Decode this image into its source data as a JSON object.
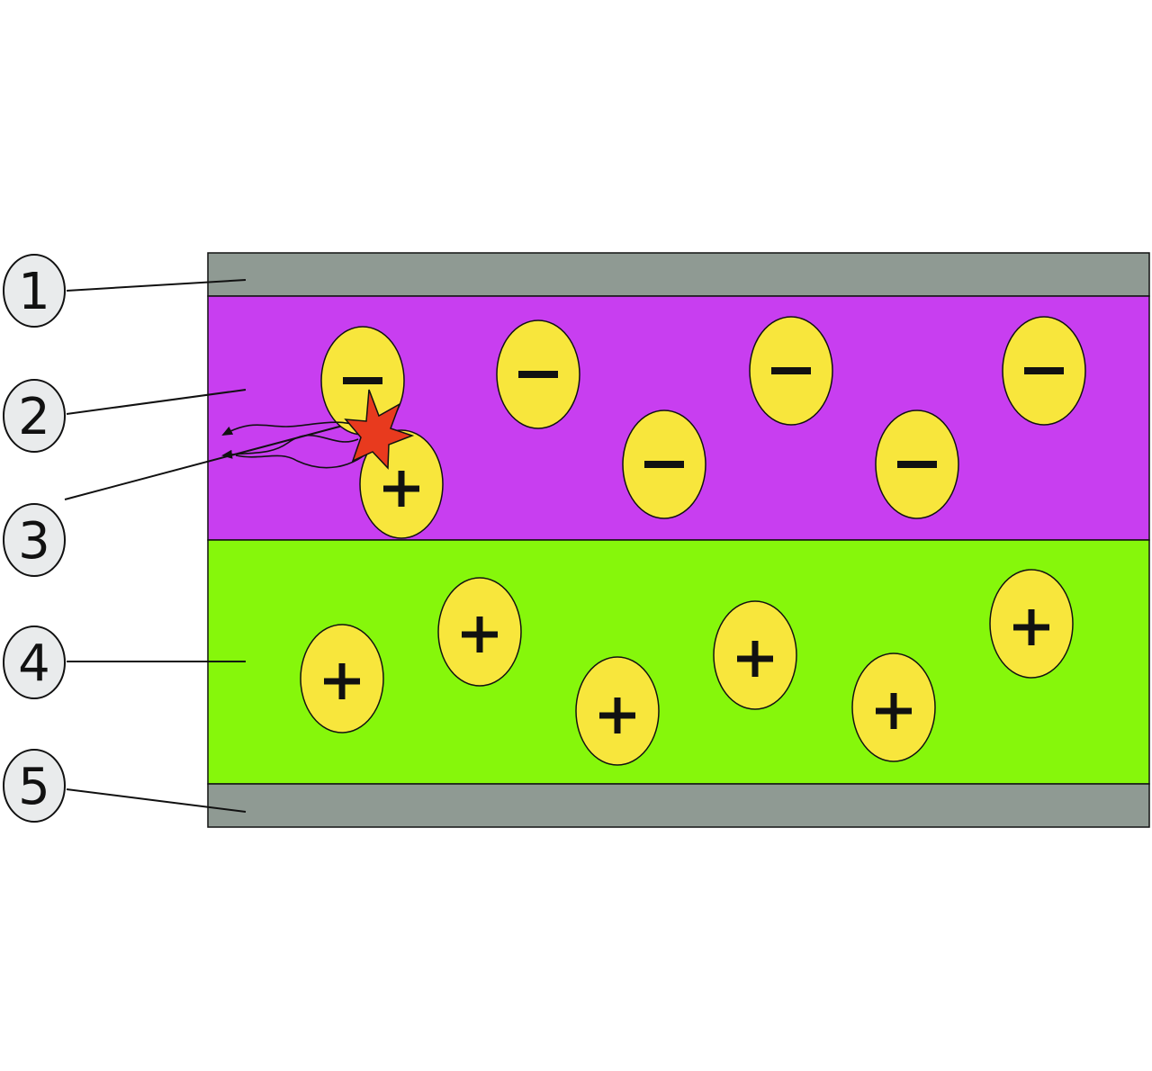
{
  "colors": {
    "electrode": "#8f9a93",
    "negative_layer": "#c83ef0",
    "positive_layer": "#86f70b",
    "particle": "#f8e63c",
    "burst": "#e83a1e",
    "line": "#111111",
    "callout_fill": "#e9ebec"
  },
  "callouts": [
    {
      "label": "1"
    },
    {
      "label": "2"
    },
    {
      "label": "3"
    },
    {
      "label": "4"
    },
    {
      "label": "5"
    }
  ],
  "particles": {
    "negative_symbol": "−",
    "positive_symbol": "+"
  },
  "icons": {
    "recombination": "starburst-icon",
    "emission": "wavy-arrow-icon"
  }
}
